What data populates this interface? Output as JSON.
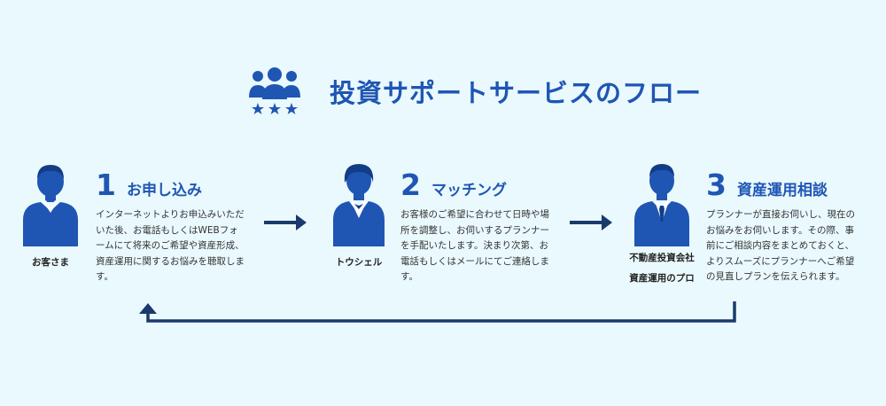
{
  "title": "投資サポートサービスのフロー",
  "steps": [
    {
      "number": "1",
      "title": "お申し込み",
      "role": "お客さま",
      "description": "インターネットよりお申込みいただいた後、お電話もしくはWEBフォームにて将来のご希望や資産形成、資産運用に関するお悩みを聴取します。"
    },
    {
      "number": "2",
      "title": "マッチング",
      "role": "トウシェル",
      "description": "お客様のご希望に合わせて日時や場所を調整し、お伺いするプランナーを手配いたします。決まり次第、お電話もしくはメールにてご連絡します。"
    },
    {
      "number": "3",
      "title": "資産運用相談",
      "role_line1": "不動産投資会社",
      "role_line2": "資産運用のプロ",
      "description": "プランナーが直接お伺いし、現在のお悩みをお伺いします。その際、事前にご相談内容をまとめておくと、よりスムーズにプランナーへご希望の見直しプランを伝えられます。"
    }
  ],
  "colors": {
    "background": "#eaf9fd",
    "accent": "#1f56b4",
    "arrow": "#1a3a6e"
  },
  "icons": [
    "team-stars-icon",
    "customer-person-icon",
    "female-staff-icon",
    "businessman-icon",
    "right-arrow-icon",
    "loop-arrow-icon"
  ]
}
